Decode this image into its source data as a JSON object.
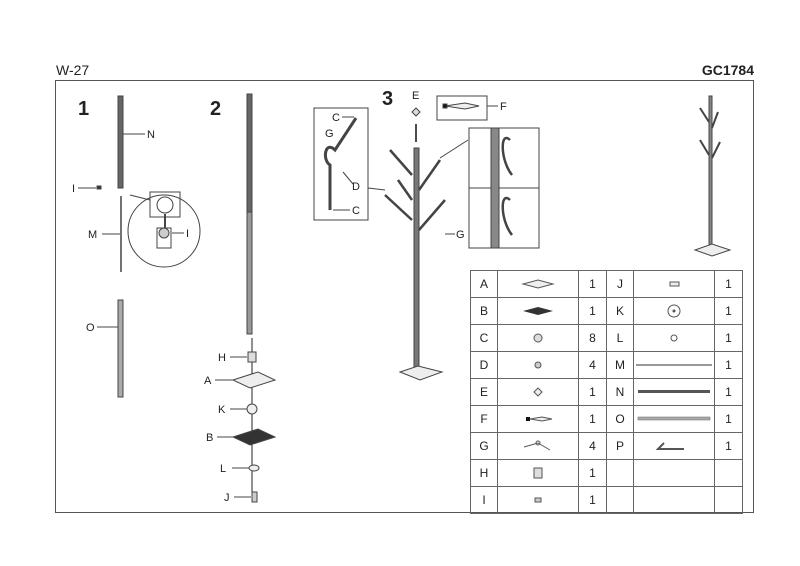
{
  "header": {
    "model": "W-27",
    "product_code": "GC1784"
  },
  "steps": [
    {
      "number": "1",
      "labels": [
        "N",
        "I",
        "M",
        "I",
        "O"
      ]
    },
    {
      "number": "2",
      "labels": [
        "H",
        "A",
        "K",
        "B",
        "L",
        "J"
      ]
    },
    {
      "number": "3",
      "labels": [
        "E",
        "F",
        "C",
        "G",
        "D",
        "C",
        "G"
      ]
    }
  ],
  "parts": [
    {
      "id": "A",
      "qty": "1",
      "icon": "base-plate-icon"
    },
    {
      "id": "B",
      "qty": "1",
      "icon": "dark-base-plate-icon"
    },
    {
      "id": "C",
      "qty": "8",
      "icon": "cap-icon"
    },
    {
      "id": "D",
      "qty": "4",
      "icon": "small-cap-icon"
    },
    {
      "id": "E",
      "qty": "1",
      "icon": "top-cap-icon"
    },
    {
      "id": "F",
      "qty": "1",
      "icon": "connector-icon"
    },
    {
      "id": "G",
      "qty": "4",
      "icon": "hook-icon"
    },
    {
      "id": "H",
      "qty": "1",
      "icon": "nut-icon"
    },
    {
      "id": "I",
      "qty": "1",
      "icon": "pin-icon"
    },
    {
      "id": "J",
      "qty": "1",
      "icon": "bolt-icon"
    },
    {
      "id": "K",
      "qty": "1",
      "icon": "large-washer-icon"
    },
    {
      "id": "L",
      "qty": "1",
      "icon": "small-washer-icon"
    },
    {
      "id": "M",
      "qty": "1",
      "icon": "thin-rod-icon"
    },
    {
      "id": "N",
      "qty": "1",
      "icon": "dark-pole-icon"
    },
    {
      "id": "O",
      "qty": "1",
      "icon": "pole-icon"
    },
    {
      "id": "P",
      "qty": "1",
      "icon": "allen-key-icon"
    }
  ]
}
